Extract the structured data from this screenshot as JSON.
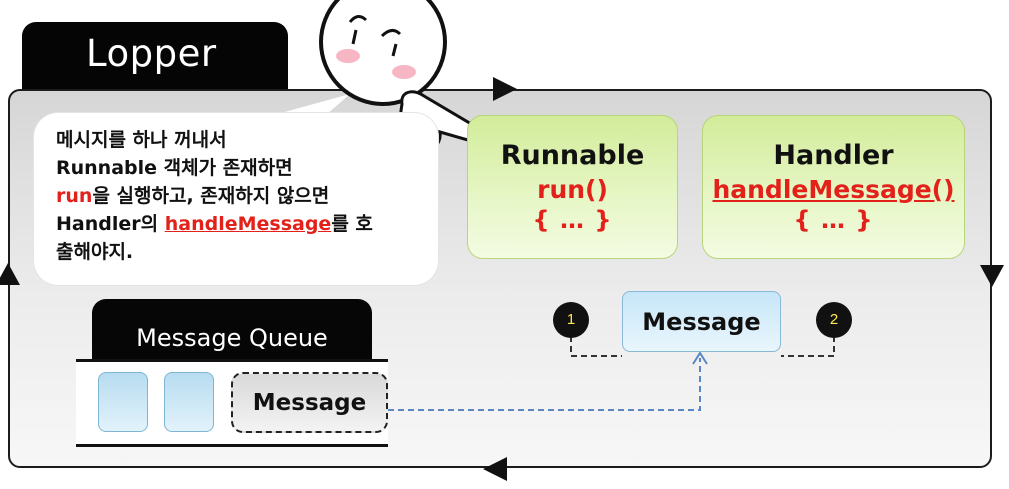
{
  "header": {
    "title": "Lopper"
  },
  "bubble": {
    "line1": "메시지를 하나 꺼내서",
    "line2": "Runnable 객체가 존재하면",
    "line3_red": "run",
    "line3_rest": "을 실행하고, 존재하지 않으면",
    "line4_start": "Handler의 ",
    "line4_red": "handleMessage",
    "line4_rest": "를 호",
    "line5": "출해야지."
  },
  "runnable": {
    "name": "Runnable",
    "method": "run()",
    "body": "{ … }"
  },
  "handler": {
    "name": "Handler",
    "method": "handleMessage()",
    "body": "{ … }"
  },
  "message": {
    "label": "Message",
    "step1": "1",
    "step2": "2"
  },
  "queue": {
    "title": "Message Queue",
    "message_label": "Message"
  },
  "colors": {
    "accent_red": "#e3211b",
    "green_box": "#d2ec9a",
    "blue_box": "#c6e6f8",
    "panel_grey": "#d6d6d6"
  }
}
